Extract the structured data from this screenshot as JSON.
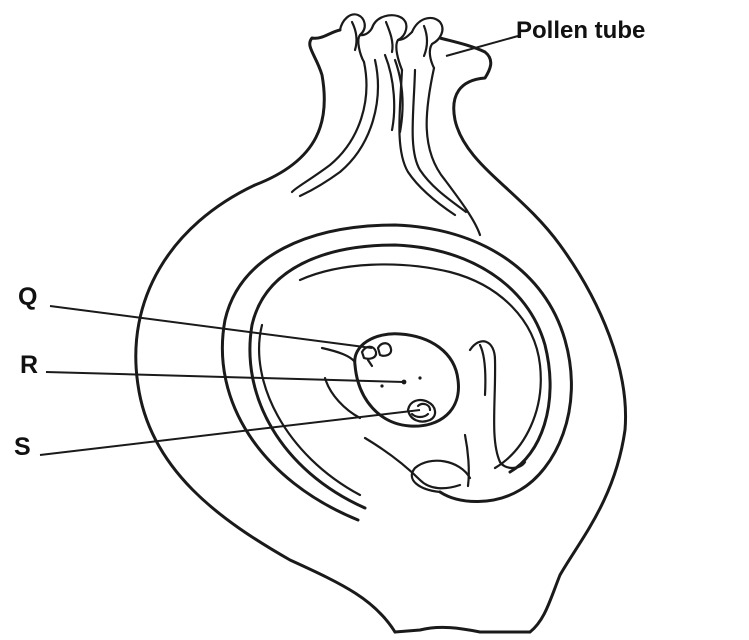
{
  "labels": {
    "pollen_tube": "Pollen tube",
    "q": "Q",
    "r": "R",
    "s": "S"
  }
}
